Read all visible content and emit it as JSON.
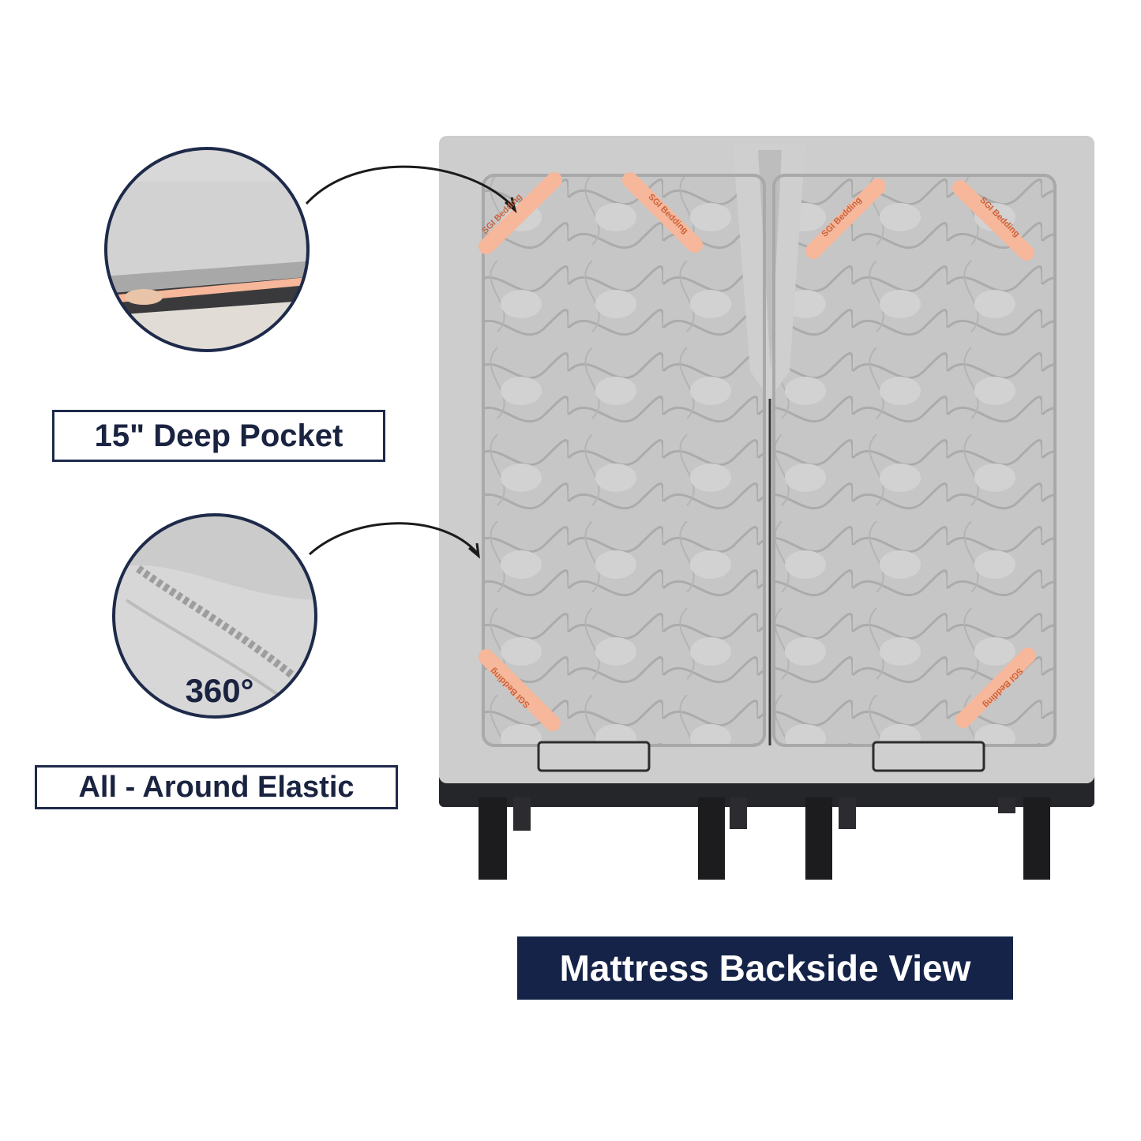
{
  "callouts": {
    "deep_pocket_label": "15\" Deep Pocket",
    "elastic_label": "All - Around Elastic",
    "elastic_degree": "360°"
  },
  "caption": "Mattress Backside View",
  "brand_tag": "SGI Bedding",
  "colors": {
    "navy": "#142347",
    "sheet_gray": "#cdcdcd",
    "strap_peach": "#f6b79a",
    "frame_black": "#1f1f22"
  }
}
